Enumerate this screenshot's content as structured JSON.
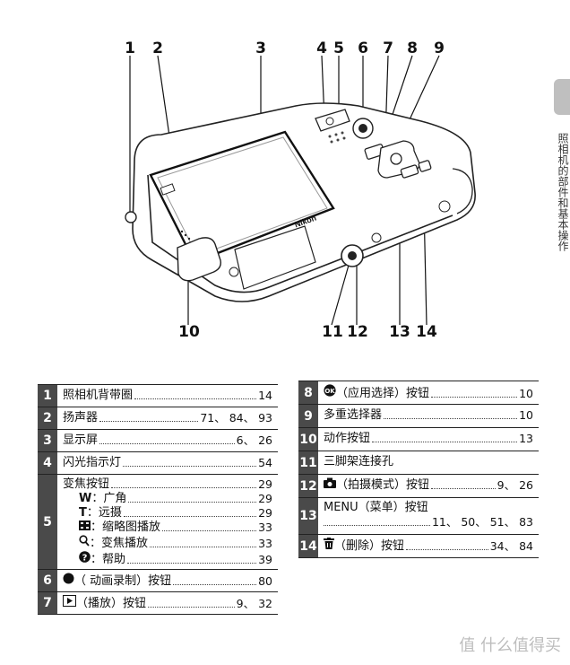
{
  "side_label": "照相机的部件和基本操作",
  "callouts": [
    "1",
    "2",
    "3",
    "4",
    "5",
    "6",
    "7",
    "8",
    "9",
    "10",
    "11",
    "12",
    "13",
    "14"
  ],
  "left_rows": [
    {
      "idx": "1",
      "label": "照相机背带圈",
      "page": "14"
    },
    {
      "idx": "2",
      "label": "扬声器",
      "page": "71、 84、 93"
    },
    {
      "idx": "3",
      "label": "显示屏",
      "page": "6、 26"
    },
    {
      "idx": "4",
      "label": "闪光指示灯",
      "page": "54"
    },
    {
      "idx": "5",
      "label": "变焦按钮",
      "page": "29",
      "subs": [
        {
          "sym": "W",
          "label": "：广角",
          "page": "29"
        },
        {
          "sym": "T",
          "label": "：远摄",
          "page": "29"
        },
        {
          "sym": "thumb",
          "label": "：缩略图播放",
          "page": "33"
        },
        {
          "sym": "Q",
          "label": "：变焦播放",
          "page": "33"
        },
        {
          "sym": "help",
          "label": "：帮助",
          "page": "39"
        }
      ]
    },
    {
      "idx": "6",
      "label": "（ 动画录制）按钮",
      "page": "80"
    },
    {
      "idx": "7",
      "label": "（播放）按钮",
      "page": "9、 32"
    }
  ],
  "right_rows": [
    {
      "idx": "8",
      "label": "（应用选择）按钮",
      "page": "10"
    },
    {
      "idx": "9",
      "label": "多重选择器",
      "page": "10"
    },
    {
      "idx": "10",
      "label": "动作按钮",
      "page": "13"
    },
    {
      "idx": "11",
      "label": "三脚架连接孔",
      "page": ""
    },
    {
      "idx": "12",
      "label": "（拍摄模式）按钮",
      "page": "9、 26"
    },
    {
      "idx": "13",
      "label": "MENU（菜单）按钮",
      "page": "11、 50、 51、 83"
    },
    {
      "idx": "14",
      "label": "（删除）按钮",
      "page": "34、 84"
    }
  ],
  "camera_brand": "Nikon",
  "watermark": "值 什么值得买"
}
